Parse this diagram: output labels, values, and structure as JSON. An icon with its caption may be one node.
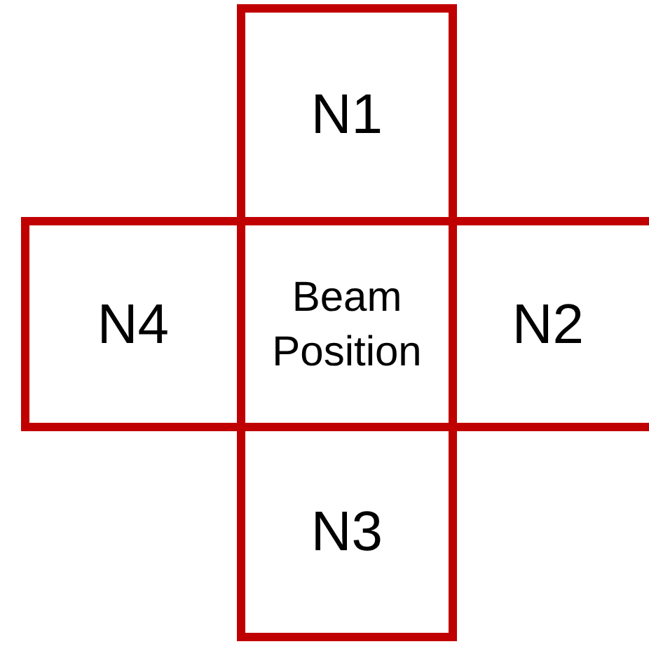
{
  "diagram": {
    "nodes": [
      {
        "text": [
          "N1"
        ]
      },
      {
        "text": [
          "N4"
        ]
      },
      {
        "text": [
          "Beam Position"
        ]
      },
      {
        "text": [
          "N2"
        ]
      },
      {
        "text": [
          "N3"
        ]
      }
    ]
  }
}
